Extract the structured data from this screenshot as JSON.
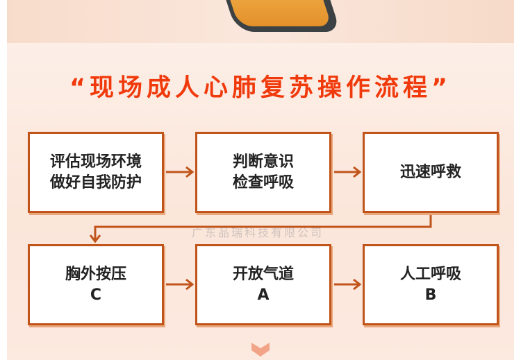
{
  "title": "“现场成人心肺复苏操作流程”",
  "watermark": "广东品瑞科技有限公司",
  "steps": [
    {
      "line1": "评估现场环境",
      "line2": "做好自我防护"
    },
    {
      "line1": "判断意识",
      "line2": "检查呼吸"
    },
    {
      "line1": "迅速呼救",
      "line2": ""
    },
    {
      "line1": "胸外按压",
      "line2": "C"
    },
    {
      "line1": "开放气道",
      "line2": "A"
    },
    {
      "line1": "人工呼吸",
      "line2": "B"
    }
  ],
  "colors": {
    "accent": "#f03a0c",
    "border": "#c0541a"
  }
}
